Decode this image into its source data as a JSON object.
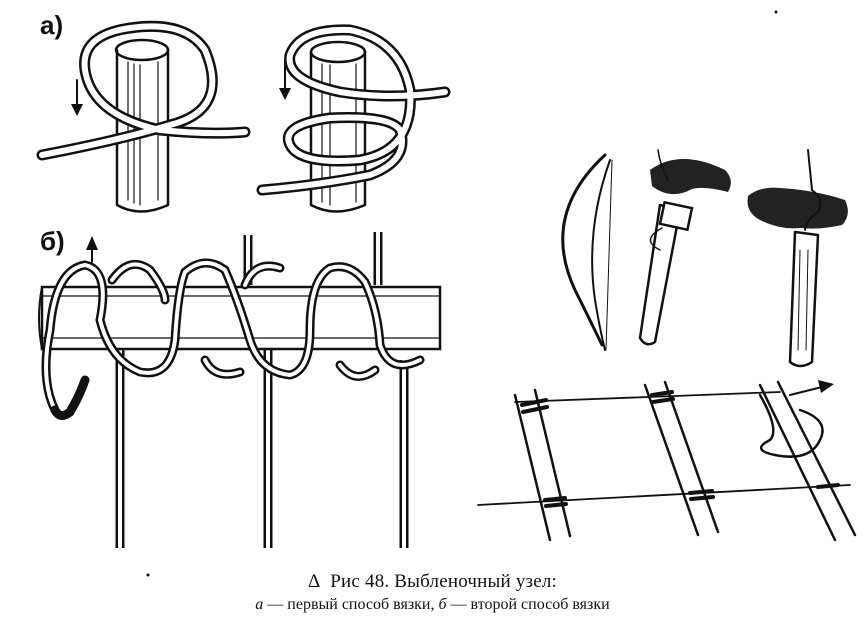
{
  "panels": {
    "a": {
      "label": "а)"
    },
    "b": {
      "label": "б)"
    }
  },
  "caption": {
    "title": "Рис 48. Выбленочный узел:",
    "marker_a": "а",
    "text_a": " — первый способ вязки, ",
    "marker_b": "б",
    "text_b": " — второй способ вязки"
  }
}
